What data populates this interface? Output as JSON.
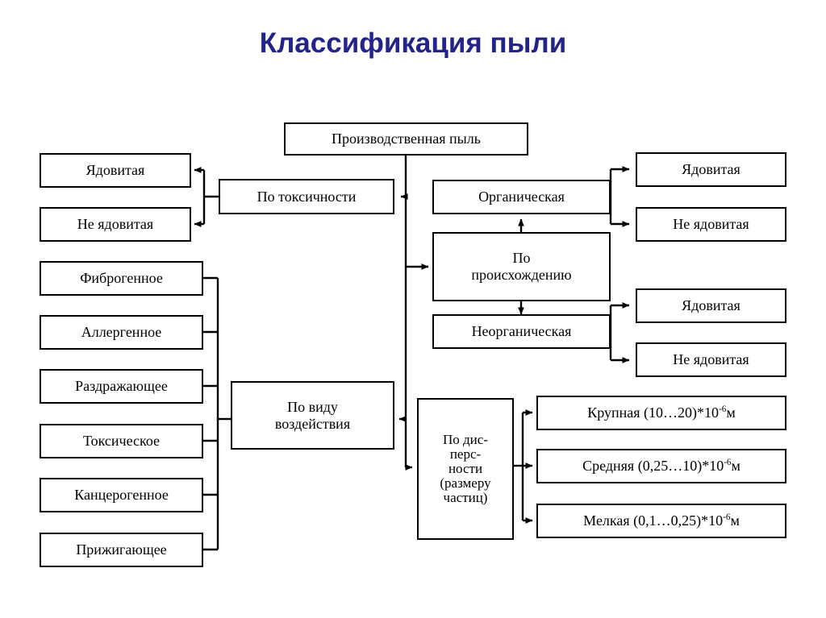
{
  "page": {
    "title": "Классификация пыли",
    "title_color": "#23248a",
    "background": "#ffffff",
    "line_color": "#000000"
  },
  "diagram": {
    "type": "flowchart",
    "root": {
      "id": "root",
      "label": "Производственная пыль"
    },
    "branches": [
      {
        "id": "toxicity",
        "label": "По токсичности",
        "side": "left",
        "children": [
          {
            "id": "tox-poison",
            "label": "Ядовитая"
          },
          {
            "id": "tox-nonpoison",
            "label": "Не ядовитая"
          }
        ]
      },
      {
        "id": "origin",
        "label_line1": "По",
        "label_line2": "происхождению",
        "side": "right",
        "children": [
          {
            "id": "organic",
            "label": "Органическая",
            "children": [
              {
                "id": "org-poison",
                "label": "Ядовитая"
              },
              {
                "id": "org-nonpoison",
                "label": "Не ядовитая"
              }
            ]
          },
          {
            "id": "inorganic",
            "label": "Неорганическая",
            "children": [
              {
                "id": "inorg-poison",
                "label": "Ядовитая"
              },
              {
                "id": "inorg-nonpoison",
                "label": "Не ядовитая"
              }
            ]
          }
        ]
      },
      {
        "id": "effect",
        "label_line1": "По виду",
        "label_line2": "воздействия",
        "side": "left",
        "children": [
          {
            "id": "eff-fibro",
            "label": "Фиброгенное"
          },
          {
            "id": "eff-allerg",
            "label": "Аллергенное"
          },
          {
            "id": "eff-irrit",
            "label": "Раздражающее"
          },
          {
            "id": "eff-toxic",
            "label": "Токсическое"
          },
          {
            "id": "eff-cancer",
            "label": "Канцерогенное"
          },
          {
            "id": "eff-caustic",
            "label": "Прижигающее"
          }
        ]
      },
      {
        "id": "dispersion",
        "label_lines": [
          "По дис-",
          "перс-",
          "ности",
          "(размеру",
          "частиц)"
        ],
        "side": "right",
        "children": [
          {
            "id": "disp-large",
            "label_prefix": "Крупная (10…20)*10",
            "exponent": "-6",
            "label_suffix": "м"
          },
          {
            "id": "disp-medium",
            "label_prefix": "Средняя (0,25…10)*10",
            "exponent": "-6",
            "label_suffix": "м"
          },
          {
            "id": "disp-small",
            "label_prefix": "Мелкая (0,1…0,25)*10",
            "exponent": "-6",
            "label_suffix": "м"
          }
        ]
      }
    ]
  }
}
